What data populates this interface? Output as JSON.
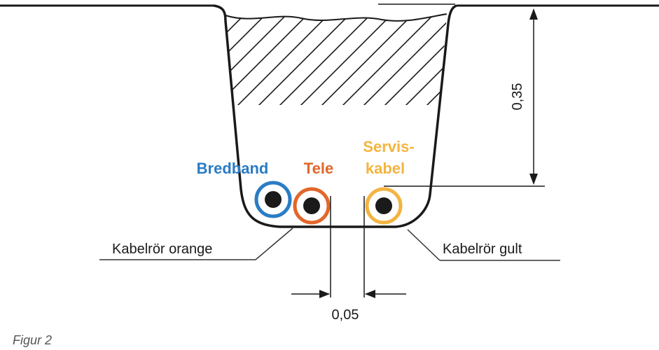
{
  "labels": {
    "bredband": "Bredband",
    "tele": "Tele",
    "servis_line1": "Servis-",
    "servis_line2": "kabel",
    "kabelror_orange": "Kabelrör orange",
    "kabelror_gult": "Kabelrör gult",
    "depth": "0,35",
    "spacing": "0,05",
    "caption": "Figur 2"
  },
  "colors": {
    "bredband": "#2a7cc4",
    "tele": "#e2672a",
    "servis": "#f3b441",
    "outline": "#1a1a1a",
    "core": "#1a1a1a",
    "leader": "#333333"
  }
}
